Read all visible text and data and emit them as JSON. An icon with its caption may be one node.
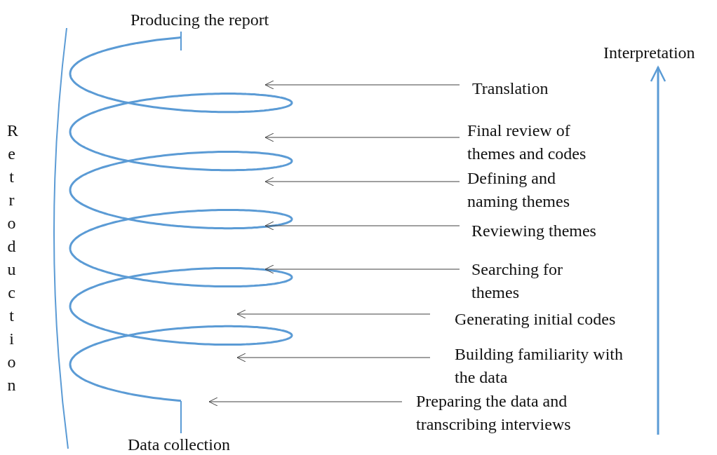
{
  "diagram": {
    "nodes": [
      {
        "text": [
          "Producing the report"
        ]
      },
      {
        "text": [
          "Translation"
        ]
      },
      {
        "text": [
          "Final review of themes and codes"
        ]
      },
      {
        "text": [
          "Defining and naming themes"
        ]
      },
      {
        "text": [
          "Reviewing themes"
        ]
      },
      {
        "text": [
          "Searching for themes"
        ]
      },
      {
        "text": [
          "Generating initial codes"
        ]
      },
      {
        "text": [
          "Building familiarity with the data"
        ]
      },
      {
        "text": [
          "Preparing the data and transcribing interviews"
        ]
      },
      {
        "text": [
          "Data collection"
        ]
      }
    ],
    "edges": [
      {
        "from": 0,
        "to": null,
        "arrow": "none",
        "color": "#5b9bd5"
      },
      {
        "from": 1,
        "to": null,
        "arrow": "to"
      },
      {
        "from": 2,
        "to": null,
        "arrow": "to"
      },
      {
        "from": 3,
        "to": null,
        "arrow": "to"
      },
      {
        "from": 4,
        "to": null,
        "arrow": "to"
      },
      {
        "from": 5,
        "to": null,
        "arrow": "to"
      },
      {
        "from": 6,
        "to": null,
        "arrow": "to"
      },
      {
        "from": 7,
        "to": null,
        "arrow": "to"
      },
      {
        "from": 8,
        "to": null,
        "arrow": "to"
      },
      {
        "from": 9,
        "to": null,
        "arrow": "none",
        "color": "#5b9bd5"
      }
    ],
    "labels": [
      "Interpretation",
      "Retroduction"
    ]
  }
}
